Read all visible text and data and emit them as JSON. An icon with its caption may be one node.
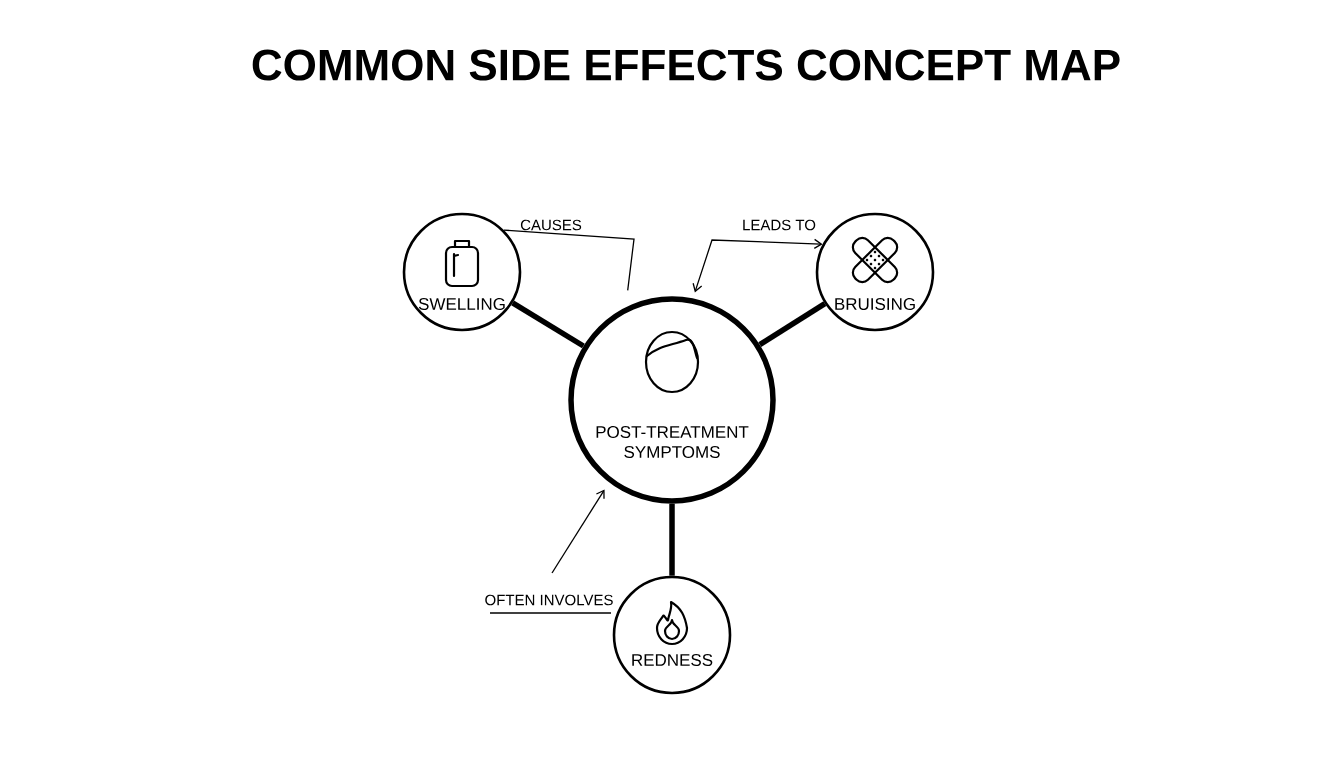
{
  "diagram": {
    "title": "COMMON SIDE EFFECTS CONCEPT MAP",
    "nodes": [
      {
        "text": [
          "POST-TREATMENT SYMPTOMS"
        ]
      },
      {
        "text": [
          "SWELLING"
        ]
      },
      {
        "text": [
          "BRUISING"
        ]
      },
      {
        "text": [
          "REDNESS"
        ]
      }
    ],
    "edges": [
      {
        "from": 0,
        "to": 1,
        "arrow": "none",
        "style": "thick"
      },
      {
        "from": 0,
        "to": 2,
        "arrow": "none",
        "style": "thick"
      },
      {
        "from": 0,
        "to": 3,
        "arrow": "none",
        "style": "thick"
      },
      {
        "from": 1,
        "to": 0,
        "arrow": "none",
        "label": "CAUSES"
      },
      {
        "from": 0,
        "to": 2,
        "arrow": "both",
        "label": "LEADS TO"
      },
      {
        "from": null,
        "to": 0,
        "arrow": "to",
        "label": "OFTEN INVOLVES"
      }
    ]
  }
}
